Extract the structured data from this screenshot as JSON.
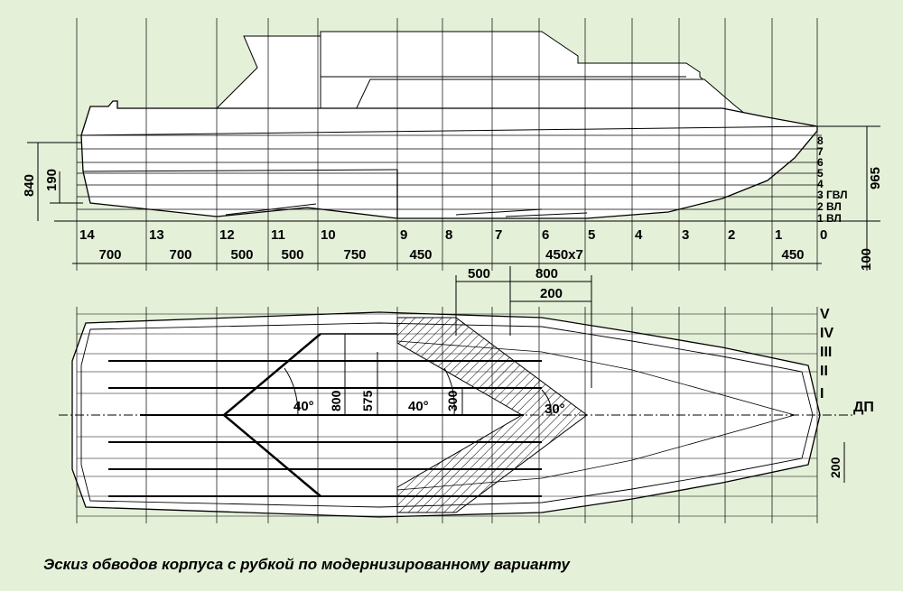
{
  "caption": "Эскиз обводов корпуса с рубкой по модернизированному варианту",
  "stations": [
    "14",
    "13",
    "12",
    "11",
    "10",
    "9",
    "8",
    "7",
    "6",
    "5",
    "4",
    "3",
    "2",
    "1",
    "0"
  ],
  "spacings": [
    "700",
    "700",
    "500",
    "500",
    "750",
    "450",
    "450x7",
    "450"
  ],
  "waterlines": [
    "8",
    "7",
    "6",
    "5",
    "4",
    "3 ГВЛ",
    "2 ВЛ",
    "1 ВЛ"
  ],
  "profile_dims": {
    "d840": "840",
    "d190": "190",
    "d965": "965",
    "d100": "100"
  },
  "plan_dims": {
    "d500": "500",
    "d800": "800",
    "d200": "200",
    "d800v": "800",
    "d575": "575",
    "d300": "300",
    "d200r": "200"
  },
  "angles": {
    "a40_left": "40°",
    "a40_mid": "40°",
    "a30": "30°"
  },
  "buttocks": [
    "V",
    "IV",
    "III",
    "II",
    "I"
  ],
  "centerline_label": "ДП",
  "colors": {
    "background": "#e4f0d8",
    "hull_fill": "#ffffff",
    "line": "#000000",
    "hatch": "#000000"
  }
}
